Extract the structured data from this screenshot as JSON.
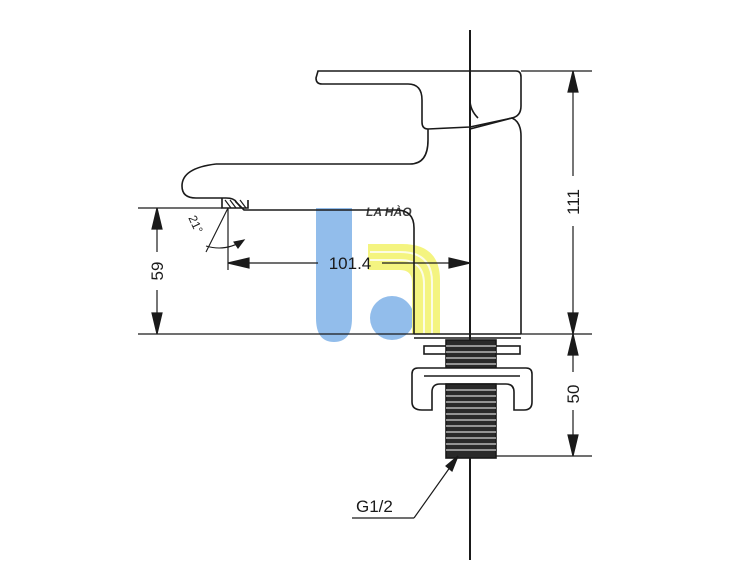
{
  "dimensions": {
    "total_height": "111",
    "spout_height": "59",
    "spout_reach": "101.4",
    "shank_length": "50",
    "spray_angle": "21°",
    "thread": "G1/2"
  },
  "watermark": {
    "text": "LA HÀO",
    "colors": {
      "blue": "#7fb2e8",
      "yellow": "#f3f36a"
    }
  },
  "colors": {
    "line": "#1a1a1a",
    "thread_fill": "#2a2a2a"
  }
}
